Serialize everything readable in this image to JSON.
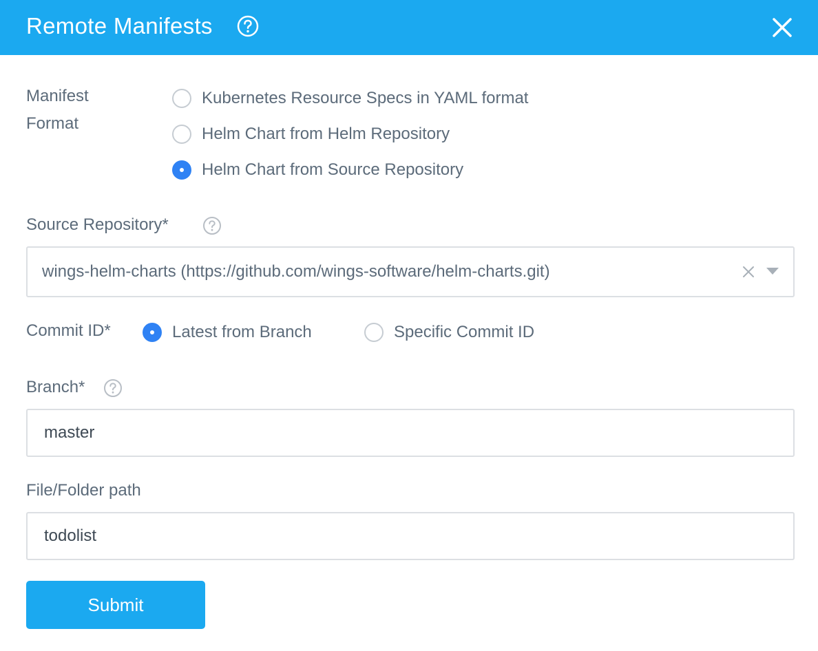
{
  "dialog": {
    "title": "Remote Manifests",
    "close_icon": "close-icon",
    "help_icon": "question-circle-icon"
  },
  "manifest_format": {
    "label_line1": "Manifest",
    "label_line2": "Format",
    "options": [
      {
        "label": "Kubernetes Resource Specs in YAML format",
        "selected": false
      },
      {
        "label": "Helm Chart from Helm Repository",
        "selected": false
      },
      {
        "label": "Helm Chart from Source Repository",
        "selected": true
      }
    ]
  },
  "source_repository": {
    "label": "Source Repository*",
    "value": "wings-helm-charts (https://github.com/wings-software/helm-charts.git)",
    "clear_icon": "clear-x-icon",
    "dropdown_icon": "caret-down-icon"
  },
  "commit_id": {
    "label": "Commit ID*",
    "options": [
      {
        "label": "Latest from Branch",
        "selected": true
      },
      {
        "label": "Specific Commit ID",
        "selected": false
      }
    ]
  },
  "branch": {
    "label": "Branch*",
    "value": "master"
  },
  "file_folder_path": {
    "label": "File/Folder path",
    "value": "todolist"
  },
  "submit": {
    "label": "Submit"
  },
  "colors": {
    "header_bg": "#1ba9f0",
    "primary_button": "#1ba9f0",
    "radio_selected": "#2f82f4",
    "text": "#5c6b7a",
    "border": "#dcdfe3"
  }
}
